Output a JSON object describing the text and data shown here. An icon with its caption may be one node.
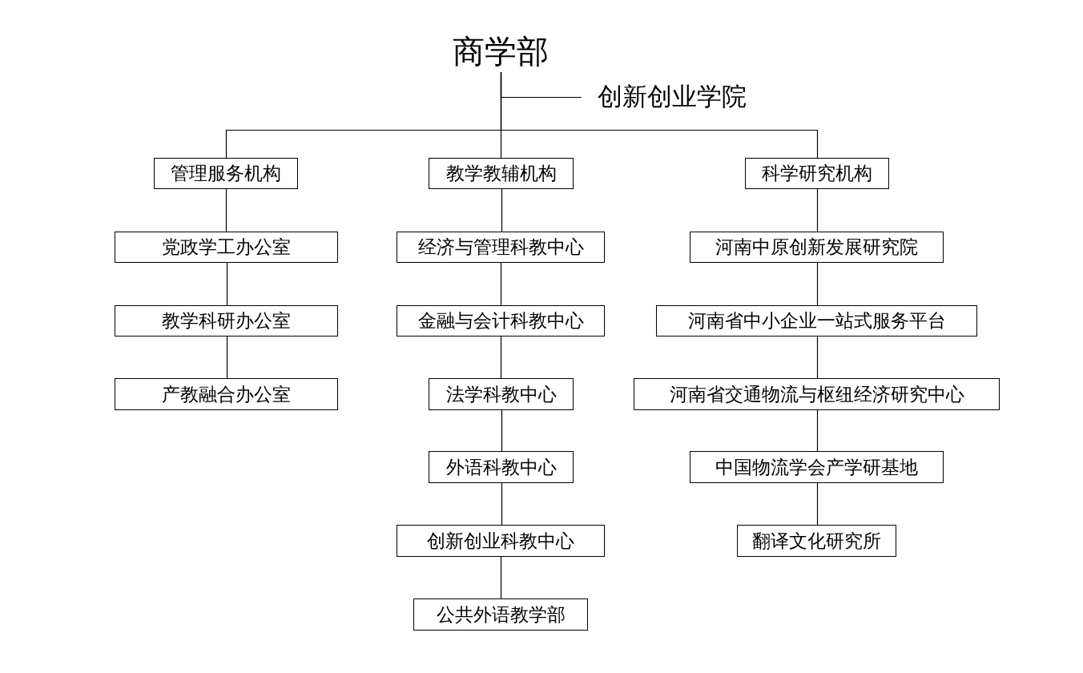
{
  "diagram": {
    "nodes": [
      {
        "text": [
          "商学部"
        ]
      },
      {
        "text": [
          "创新创业学院"
        ]
      },
      {
        "text": [
          "管理服务机构"
        ]
      },
      {
        "text": [
          "教学教辅机构"
        ]
      },
      {
        "text": [
          "科学研究机构"
        ]
      },
      {
        "text": [
          "党政学工办公室"
        ]
      },
      {
        "text": [
          "教学科研办公室"
        ]
      },
      {
        "text": [
          "产教融合办公室"
        ]
      },
      {
        "text": [
          "经济与管理科教中心"
        ]
      },
      {
        "text": [
          "金融与会计科教中心"
        ]
      },
      {
        "text": [
          "法学科教中心"
        ]
      },
      {
        "text": [
          "外语科教中心"
        ]
      },
      {
        "text": [
          "创新创业科教中心"
        ]
      },
      {
        "text": [
          "公共外语教学部"
        ]
      },
      {
        "text": [
          "河南中原创新发展研究院"
        ]
      },
      {
        "text": [
          "河南省中小企业一站式服务平台"
        ]
      },
      {
        "text": [
          "河南省交通物流与枢纽经济研究中心"
        ]
      },
      {
        "text": [
          "中国物流学会产学研基地"
        ]
      },
      {
        "text": [
          "翻译文化研究所"
        ]
      }
    ],
    "edges": [
      {
        "from": 0,
        "to": 1,
        "arrow": "none"
      },
      {
        "from": 0,
        "to": 2,
        "arrow": "none"
      },
      {
        "from": 0,
        "to": 3,
        "arrow": "none"
      },
      {
        "from": 0,
        "to": 4,
        "arrow": "none"
      },
      {
        "from": 2,
        "to": 5,
        "arrow": "none"
      },
      {
        "from": 5,
        "to": 6,
        "arrow": "none"
      },
      {
        "from": 6,
        "to": 7,
        "arrow": "none"
      },
      {
        "from": 3,
        "to": 8,
        "arrow": "none"
      },
      {
        "from": 8,
        "to": 9,
        "arrow": "none"
      },
      {
        "from": 9,
        "to": 10,
        "arrow": "none"
      },
      {
        "from": 10,
        "to": 11,
        "arrow": "none"
      },
      {
        "from": 11,
        "to": 12,
        "arrow": "none"
      },
      {
        "from": 12,
        "to": 13,
        "arrow": "none"
      },
      {
        "from": 4,
        "to": 14,
        "arrow": "none"
      },
      {
        "from": 14,
        "to": 15,
        "arrow": "none"
      },
      {
        "from": 15,
        "to": 16,
        "arrow": "none"
      },
      {
        "from": 16,
        "to": 17,
        "arrow": "none"
      },
      {
        "from": 17,
        "to": 18,
        "arrow": "none"
      }
    ]
  }
}
